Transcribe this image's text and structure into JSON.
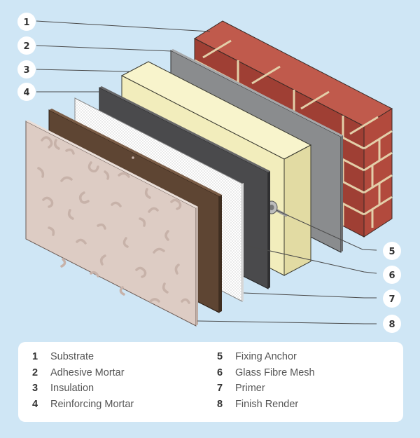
{
  "callouts": [
    "1",
    "2",
    "3",
    "4",
    "5",
    "6",
    "7",
    "8"
  ],
  "legend": {
    "left": [
      {
        "num": "1",
        "label": "Substrate"
      },
      {
        "num": "2",
        "label": "Adhesive Mortar"
      },
      {
        "num": "3",
        "label": "Insulation"
      },
      {
        "num": "4",
        "label": "Reinforcing Mortar"
      }
    ],
    "right": [
      {
        "num": "5",
        "label": "Fixing Anchor"
      },
      {
        "num": "6",
        "label": "Glass Fibre Mesh"
      },
      {
        "num": "7",
        "label": "Primer"
      },
      {
        "num": "8",
        "label": "Finish Render"
      }
    ]
  },
  "colors": {
    "background": "#cfe6f5",
    "brick": "#b04a3e",
    "mortar_joint": "#e3cfa9",
    "adhesive_grey": "#8a8c8e",
    "insulation": "#f2edbc",
    "reinforcing_dark": "#4a4a4c",
    "mesh_white": "#ffffff",
    "primer_brown": "#5e4533",
    "render_pink": "#ddccc4"
  }
}
